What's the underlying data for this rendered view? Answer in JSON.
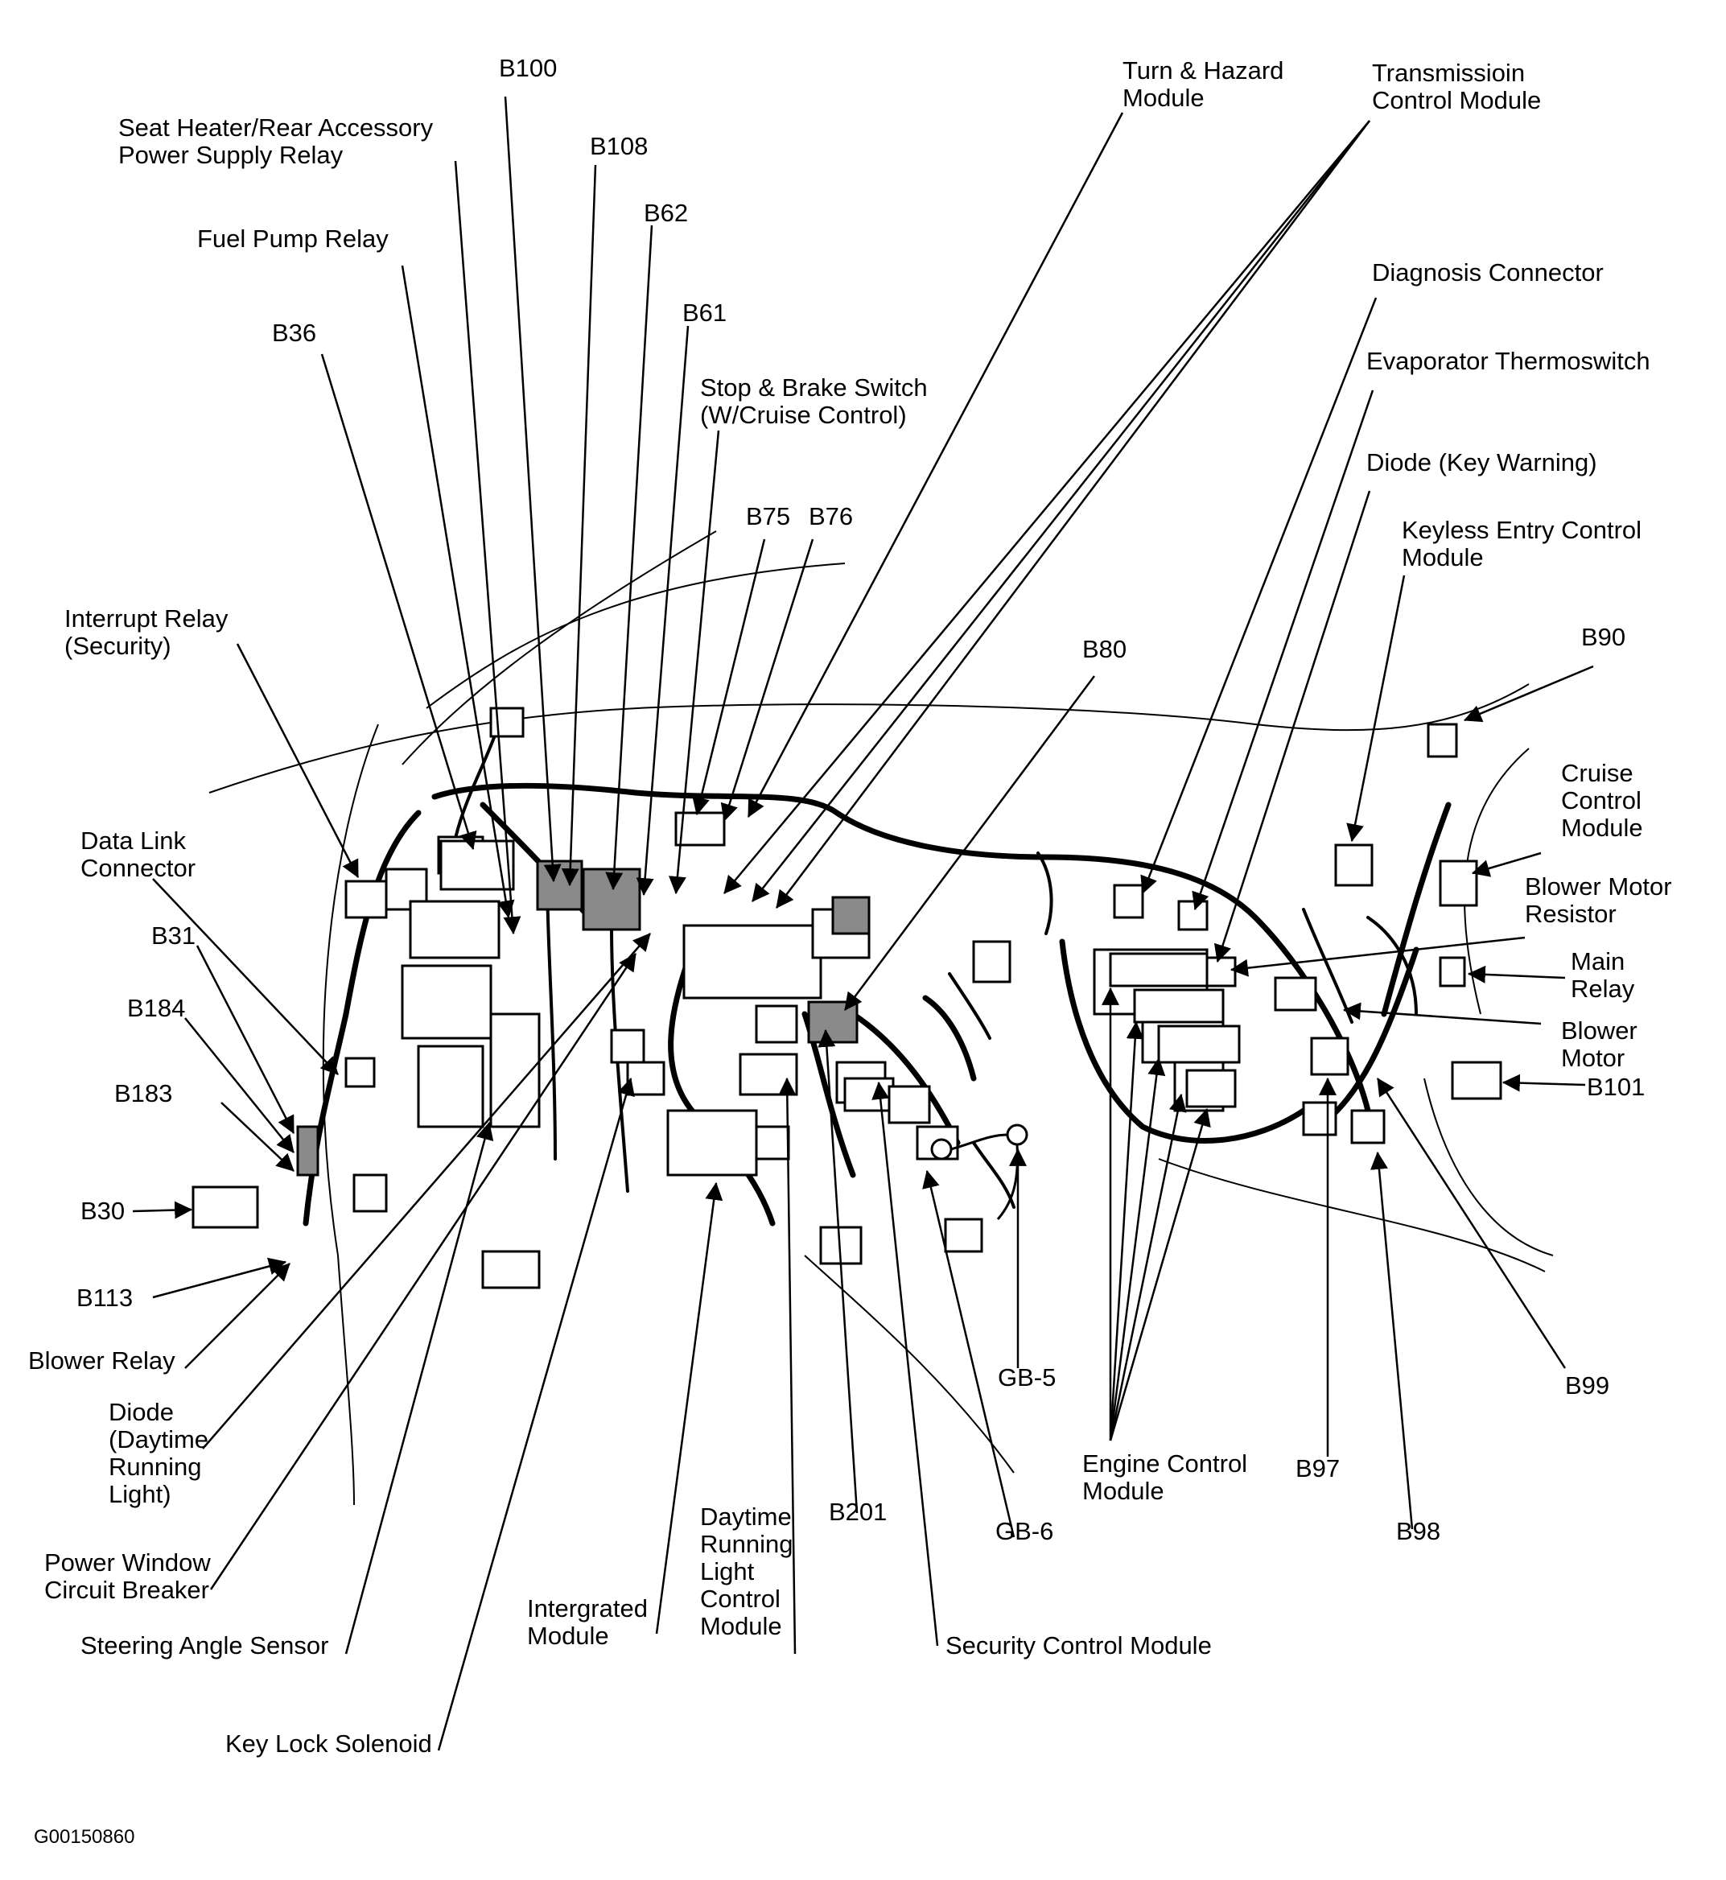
{
  "figure_id": "G00150860",
  "colors": {
    "ink": "#000000",
    "paper": "#ffffff",
    "shade": "#8a8a8a"
  },
  "labels": {
    "b100": "B100",
    "seat_heater_relay": [
      "Seat Heater/Rear Accessory",
      "Power Supply Relay"
    ],
    "b108": "B108",
    "b62": "B62",
    "fuel_pump_relay": "Fuel Pump Relay",
    "b61": "B61",
    "b36": "B36",
    "stop_brake_switch": [
      "Stop & Brake Switch",
      "(W/Cruise Control)"
    ],
    "b75": "B75",
    "b76": "B76",
    "turn_hazard_module": [
      "Turn & Hazard",
      "Module"
    ],
    "transmission_control_module": [
      "Transmissioin",
      "Control Module"
    ],
    "diagnosis_connector": "Diagnosis Connector",
    "evaporator_thermoswitch": "Evaporator Thermoswitch",
    "diode_key_warning": "Diode (Key Warning)",
    "keyless_entry_module": [
      "Keyless Entry Control",
      "Module"
    ],
    "b90": "B90",
    "b80": "B80",
    "interrupt_relay": [
      "Interrupt Relay",
      "(Security)"
    ],
    "data_link_connector": [
      "Data Link",
      "Connector"
    ],
    "cruise_control_module": [
      "Cruise",
      "Control",
      "Module"
    ],
    "blower_motor_resistor": [
      "Blower Motor",
      "Resistor"
    ],
    "main_relay": [
      "Main",
      "Relay"
    ],
    "blower_motor": [
      "Blower",
      "Motor"
    ],
    "b101": "B101",
    "b31": "B31",
    "b184": "B184",
    "b183": "B183",
    "b30": "B30",
    "b113": "B113",
    "blower_relay": "Blower Relay",
    "diode_drl": [
      "Diode",
      "(Daytime",
      "Running",
      "Light)"
    ],
    "power_window_breaker": [
      "Power Window",
      "Circuit Breaker"
    ],
    "steering_angle_sensor": "Steering Angle Sensor",
    "key_lock_solenoid": "Key Lock Solenoid",
    "integrated_module": [
      "Intergrated",
      "Module"
    ],
    "drl_control_module": [
      "Daytime",
      "Running",
      "Light",
      "Control",
      "Module"
    ],
    "b201": "B201",
    "security_control_module": "Security Control Module",
    "gb5": "GB-5",
    "gb6": "GB-6",
    "engine_control_module": [
      "Engine Control",
      "Module"
    ],
    "b97": "B97",
    "b98": "B98",
    "b99": "B99"
  }
}
